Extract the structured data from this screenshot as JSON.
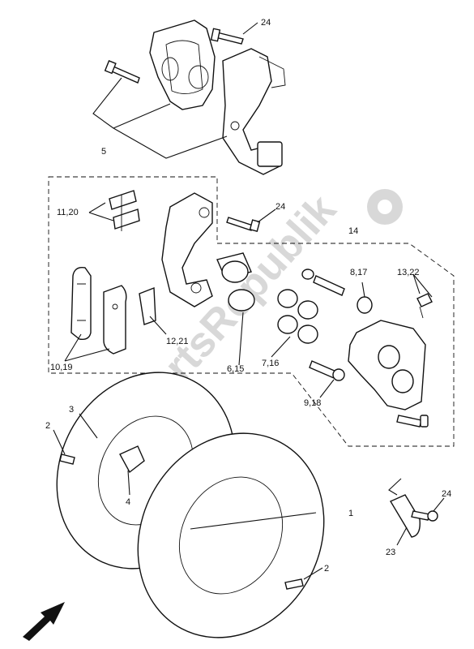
{
  "watermark": {
    "text": "PartsRepublik",
    "icon": "gear-icon"
  },
  "callouts": {
    "c24_top": "24",
    "c5": "5",
    "c11_20": "11,20",
    "c24_mid": "24",
    "c14": "14",
    "c8_17": "8,17",
    "c13_22": "13,22",
    "c12_21": "12,21",
    "c10_19": "10,19",
    "c6_15": "6,15",
    "c7_16": "7,16",
    "c9_18": "9,18",
    "c3": "3",
    "c2_left": "2",
    "c4": "4",
    "c1": "1",
    "c24_bot": "24",
    "c23": "23",
    "c2_bot": "2"
  },
  "direction_arrow": "arrow-icon"
}
